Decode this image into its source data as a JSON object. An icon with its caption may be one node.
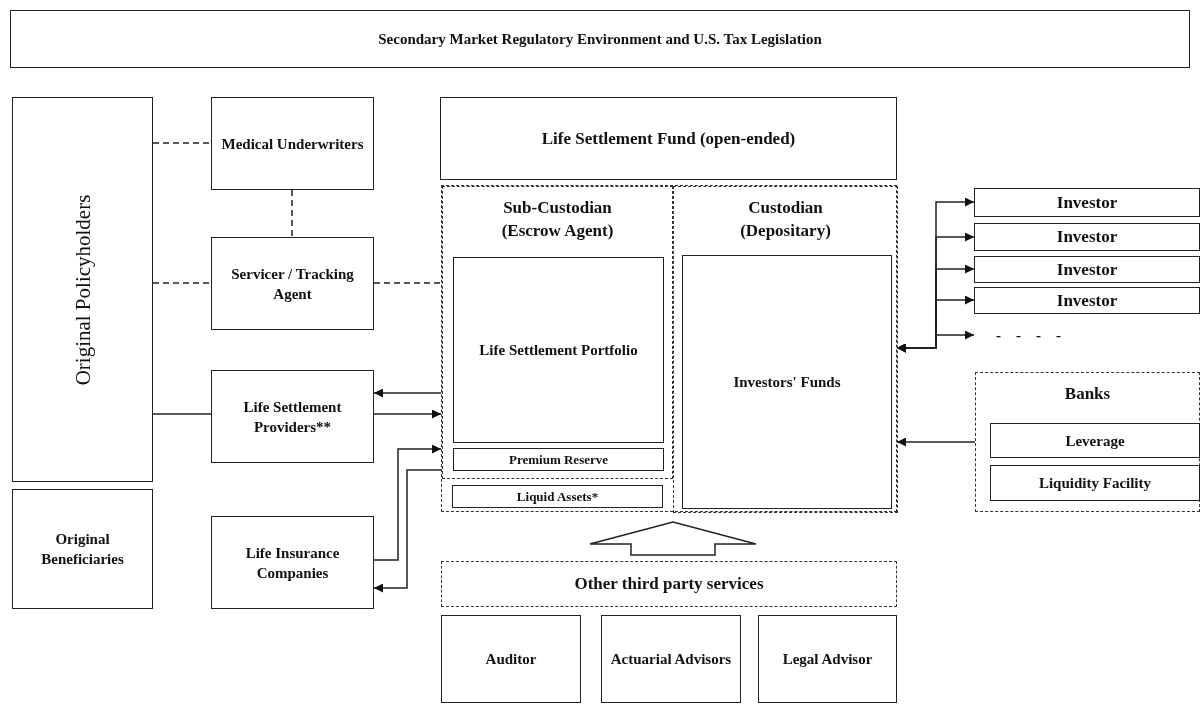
{
  "diagram": {
    "nodes": [
      {
        "text": [
          "Secondary Market Regulatory Environment and U.S. Tax Legislation"
        ]
      },
      {
        "text": [
          "Original Policyholders"
        ]
      },
      {
        "text": [
          "Medical Underwriters"
        ]
      },
      {
        "text": [
          "Servicer / Tracking Agent"
        ]
      },
      {
        "text": [
          "Life Settlement Providers**"
        ]
      },
      {
        "text": [
          "Original Beneficiaries"
        ]
      },
      {
        "text": [
          "Life Insurance Companies"
        ]
      },
      {
        "text": [
          "Life Settlement Fund (open-ended)"
        ]
      },
      {
        "text": [],
        "shape": "box"
      },
      {
        "text": [
          "Sub-Custodian (Escrow Agent)"
        ],
        "in": 8
      },
      {
        "text": [
          "Life Settlement Portfolio"
        ],
        "in": 9
      },
      {
        "text": [
          "Premium Reserve"
        ],
        "in": 9
      },
      {
        "text": [
          "Liquid Assets*"
        ],
        "in": 8
      },
      {
        "text": [
          "Custodian (Depositary)"
        ],
        "in": 8
      },
      {
        "text": [
          "Investors' Funds"
        ],
        "in": 13
      },
      {
        "text": [
          "Investor"
        ]
      },
      {
        "text": [
          "Investor"
        ]
      },
      {
        "text": [
          "Investor"
        ]
      },
      {
        "text": [
          "Investor"
        ]
      },
      {
        "text": [
          "-    -    -    -"
        ]
      },
      {
        "text": [
          "Banks"
        ]
      },
      {
        "text": [
          "Leverage"
        ],
        "in": 20
      },
      {
        "text": [
          "Liquidity Facility"
        ],
        "in": 20
      },
      {
        "text": [
          "Other third party services"
        ]
      },
      {
        "text": [
          "Auditor"
        ]
      },
      {
        "text": [
          "Actuarial Advisors"
        ]
      },
      {
        "text": [
          "Legal Advisor"
        ]
      }
    ],
    "edges": [
      {
        "from": 1,
        "to": 2,
        "arrow": "none",
        "style": "dashed"
      },
      {
        "from": 2,
        "to": 3,
        "arrow": "none",
        "style": "dashed"
      },
      {
        "from": 1,
        "to": 3,
        "arrow": "none",
        "style": "dashed"
      },
      {
        "from": 3,
        "to": 8,
        "arrow": "none",
        "style": "dashed"
      },
      {
        "from": 1,
        "to": 4,
        "arrow": "none"
      },
      {
        "from": 8,
        "to": 4,
        "arrow": "to"
      },
      {
        "from": 4,
        "to": 8,
        "arrow": "to"
      },
      {
        "from": 6,
        "to": 8,
        "arrow": "to"
      },
      {
        "from": 8,
        "to": 6,
        "arrow": "to"
      },
      {
        "from": 13,
        "to": 15,
        "arrow": "both"
      },
      {
        "from": 13,
        "to": 16,
        "arrow": "both"
      },
      {
        "from": 13,
        "to": 17,
        "arrow": "both"
      },
      {
        "from": 13,
        "to": 18,
        "arrow": "both"
      },
      {
        "from": 13,
        "to": 19,
        "arrow": "both"
      },
      {
        "from": 20,
        "to": 13,
        "arrow": "to"
      },
      {
        "from": 23,
        "to": 8,
        "arrow": "to",
        "style": "thick"
      }
    ]
  }
}
